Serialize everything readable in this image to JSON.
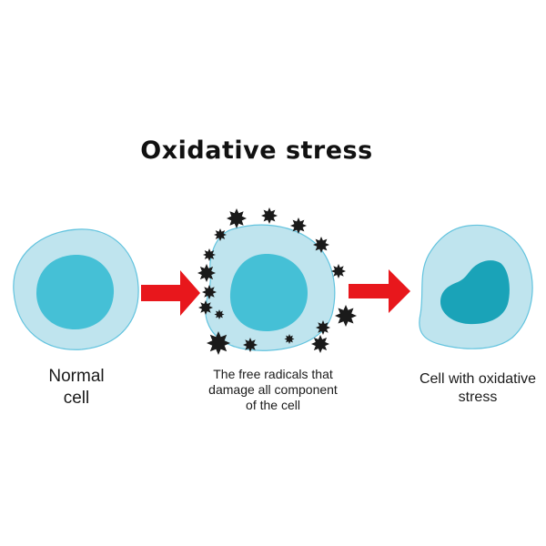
{
  "title": "Oxidative stress",
  "captions": {
    "normal_cell": "Normal\ncell",
    "free_radicals": "The free radicals that\ndamage all component\nof the cell",
    "stressed_cell": "Cell with oxidative\nstress"
  },
  "colors": {
    "cytoplasm": "#bfe4ee",
    "cell_outline": "#62c3de",
    "nucleus_normal": "#45c0d6",
    "nucleus_damaged": "#1aa3b8",
    "arrow": "#e8171c",
    "radical": "#1a1a1a"
  },
  "icons": {
    "cell": "cell-icon",
    "arrow": "right-arrow-icon",
    "radical": "free-radical-icon"
  }
}
